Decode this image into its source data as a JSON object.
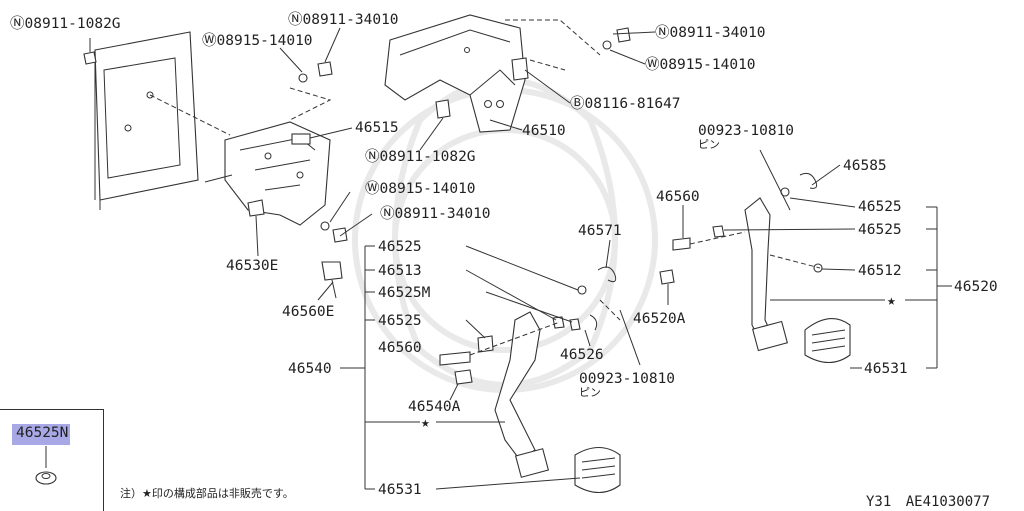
{
  "callouts": {
    "n_08911_1082g_top": "Ⓝ08911-1082G",
    "w_08915_14010_a": "Ⓦ08915-14010",
    "n_08911_34010_a": "Ⓝ08911-34010",
    "n_08911_34010_b": "Ⓝ08911-34010",
    "w_08915_14010_b": "Ⓦ08915-14010",
    "b_08116_81647": "Ⓑ08116-81647",
    "p_46515": "46515",
    "p_46510": "46510",
    "n_08911_1082g_mid": "Ⓝ08911-1082G",
    "w_08915_14010_c": "Ⓦ08915-14010",
    "n_08911_34010_c": "Ⓝ08911-34010",
    "p_46530e": "46530E",
    "p_00923_10810_a": "00923-10810",
    "pin_a": "ピン",
    "p_46585": "46585",
    "p_46560_a": "46560",
    "p_46525_r1": "46525",
    "p_46525_r2": "46525",
    "p_46571": "46571",
    "p_46525_l1": "46525",
    "p_46513": "46513",
    "p_46512": "46512",
    "p_46520": "46520",
    "p_46525m": "46525M",
    "p_46560e": "46560E",
    "p_46520a": "46520A",
    "p_46525_l2": "46525",
    "p_46526": "46526",
    "p_46560_b": "46560",
    "p_46540": "46540",
    "p_00923_10810_b": "00923-10810",
    "pin_b": "ピン",
    "p_46531_r": "46531",
    "p_46540a": "46540A",
    "p_46531_l": "46531",
    "star_r": "★",
    "star_l": "★"
  },
  "inset": {
    "label": "46525N"
  },
  "note": "注）★印の構成部品は非販売です。",
  "reference": "Y31  AE41030077"
}
